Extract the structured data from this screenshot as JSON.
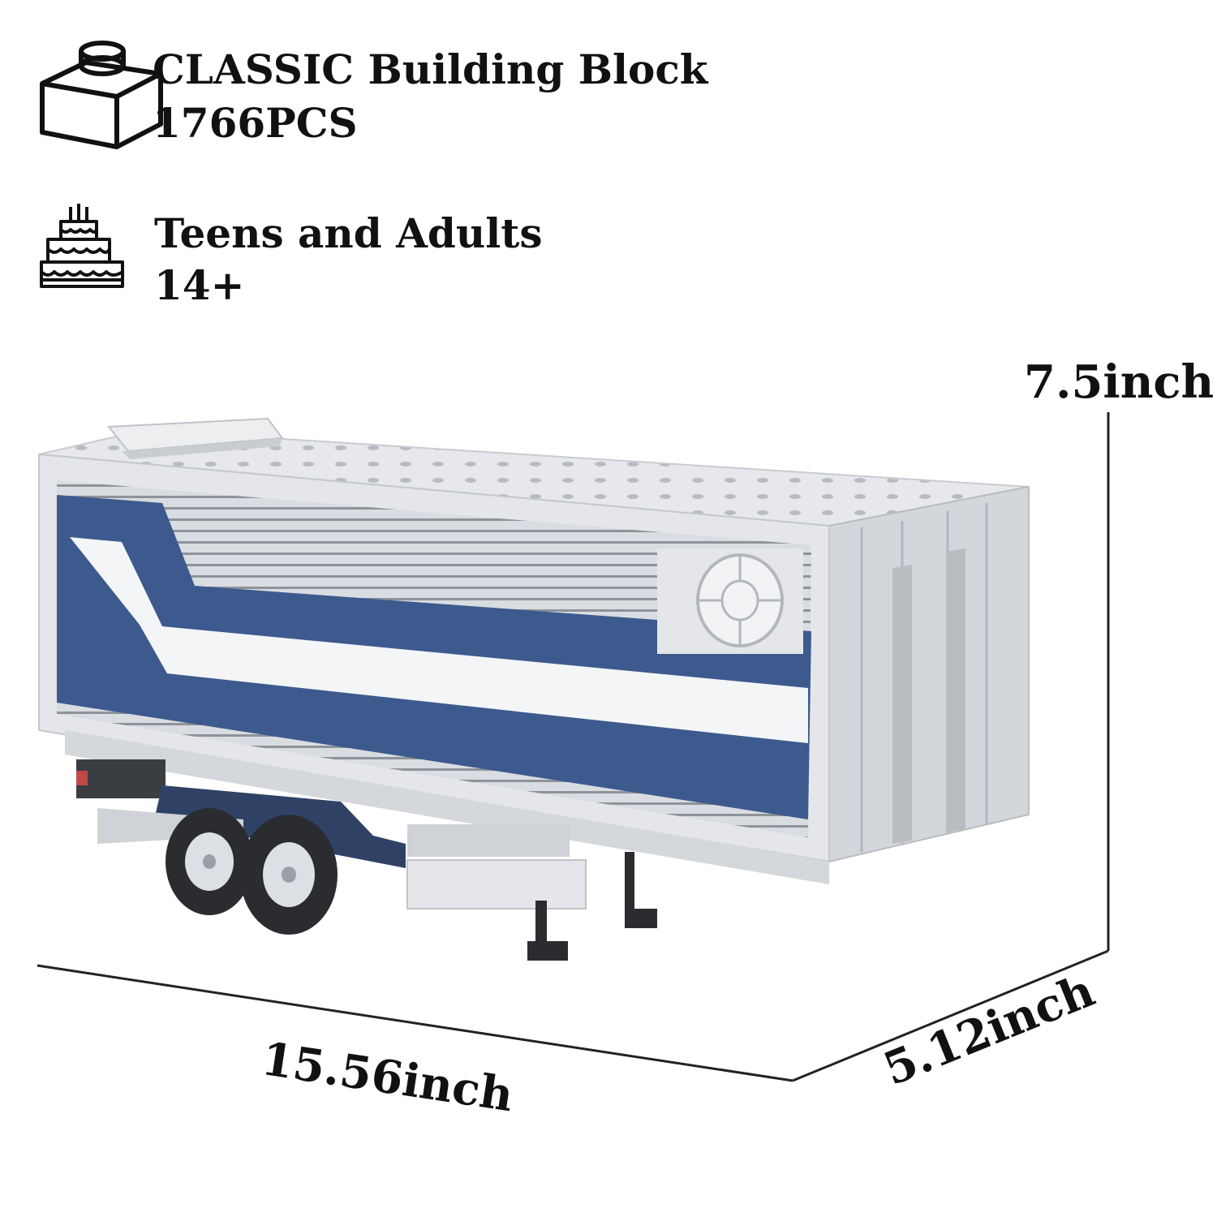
{
  "features": {
    "block": {
      "icon": "building-block-icon",
      "title": "CLASSIC Building Block",
      "count": "1766PCS"
    },
    "age": {
      "icon": "birthday-cake-icon",
      "title": "Teens and Adults",
      "range": "14+"
    }
  },
  "dimensions": {
    "height": "7.5inch",
    "length": "15.56inch",
    "width": "5.12inch"
  },
  "colors": {
    "stripe_blue": "#3d5a8e",
    "body_grey": "#e2e4e7",
    "text": "#111111"
  }
}
